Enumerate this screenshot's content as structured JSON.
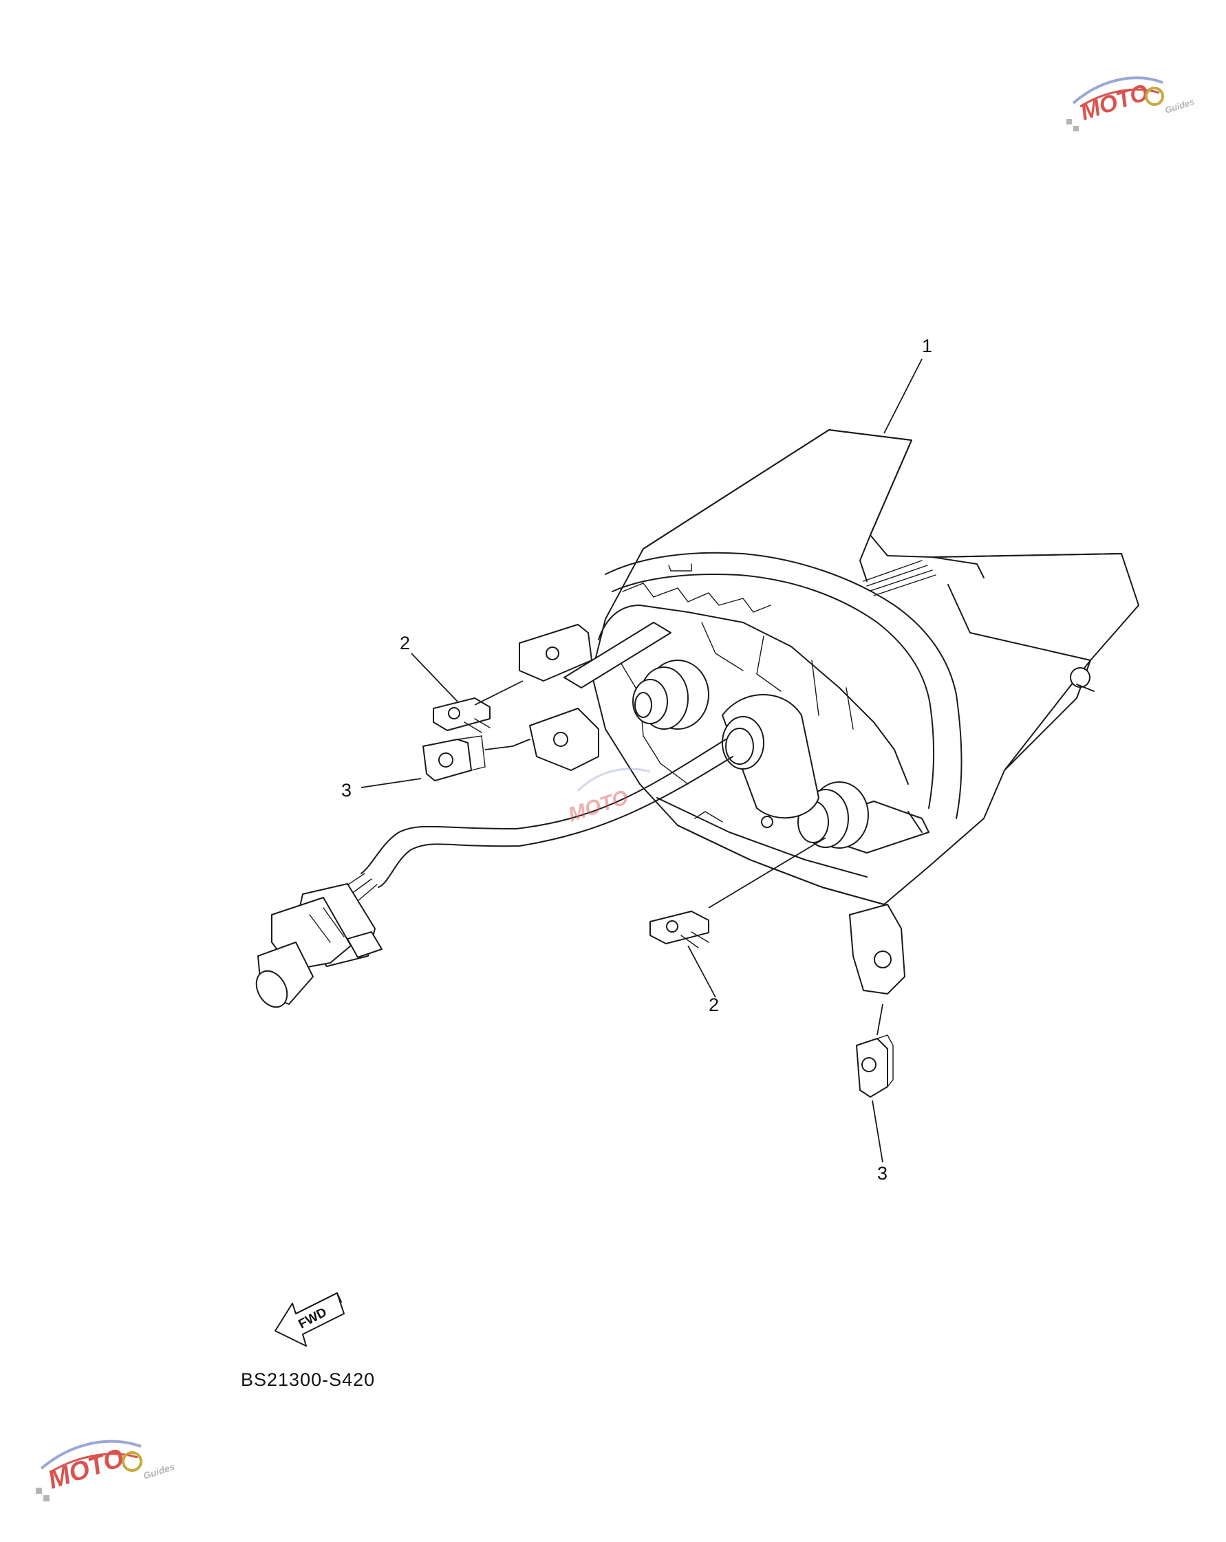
{
  "callouts": {
    "c1": "1",
    "c2a": "2",
    "c2b": "2",
    "c3a": "3",
    "c3b": "3"
  },
  "fwd_label": "FWD",
  "diagram_code": "BS21300-S420",
  "watermark": {
    "text_main": "MOTO",
    "text_sub": "Guides",
    "colors": {
      "red": "#d9534f",
      "blue": "#9aa8d8",
      "gray": "#b5b5b5"
    }
  }
}
